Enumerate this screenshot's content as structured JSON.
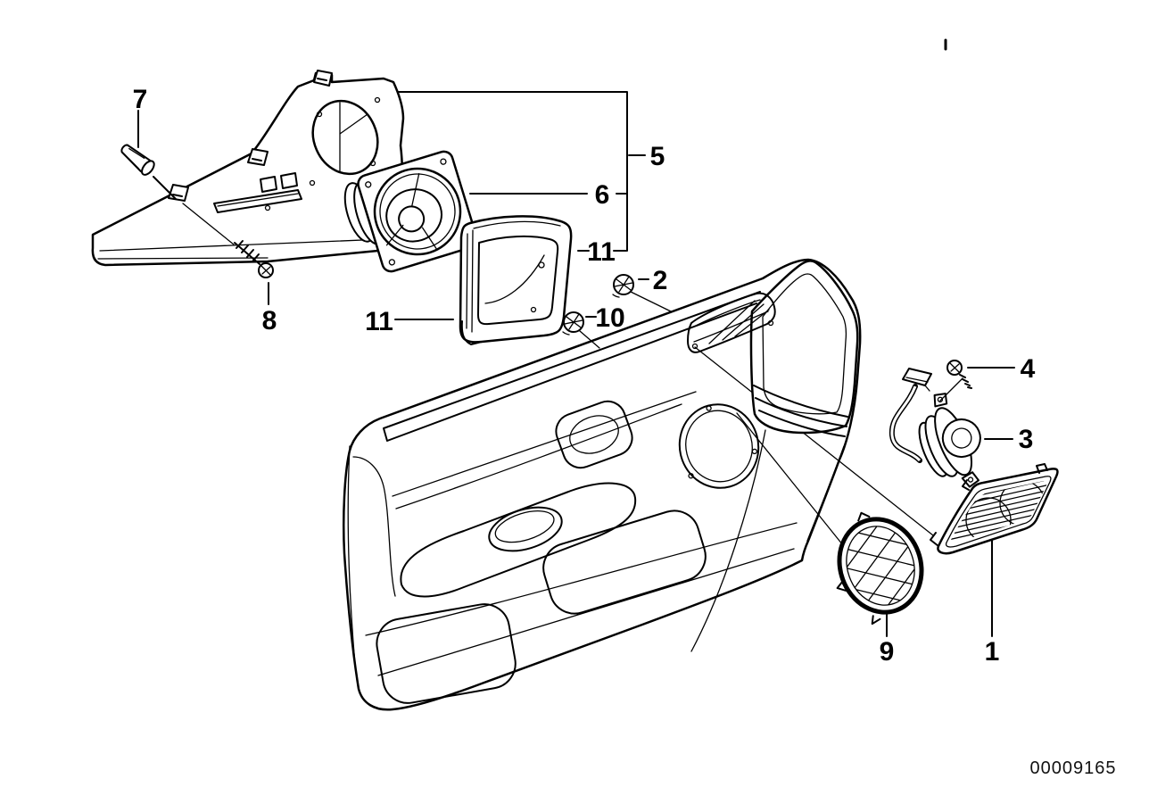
{
  "page": {
    "background_color": "#ffffff",
    "ink_color": "#000000",
    "description_domain": "exploded-parts-diagram"
  },
  "footer": {
    "doc_number": "00009165"
  },
  "callouts": {
    "slat_grille": {
      "label": "1"
    },
    "clip_upper": {
      "label": "2"
    },
    "tweeter": {
      "label": "3"
    },
    "tweeter_screw": {
      "label": "4"
    },
    "assembly": {
      "label": "5"
    },
    "front_speaker": {
      "label": "6"
    },
    "rivet": {
      "label": "7"
    },
    "bracket_screw": {
      "label": "8"
    },
    "mesh_grille": {
      "label": "9"
    },
    "clip_lower": {
      "label": "10"
    },
    "adapter_left": {
      "label": "11"
    },
    "adapter_right": {
      "label": "11"
    }
  }
}
